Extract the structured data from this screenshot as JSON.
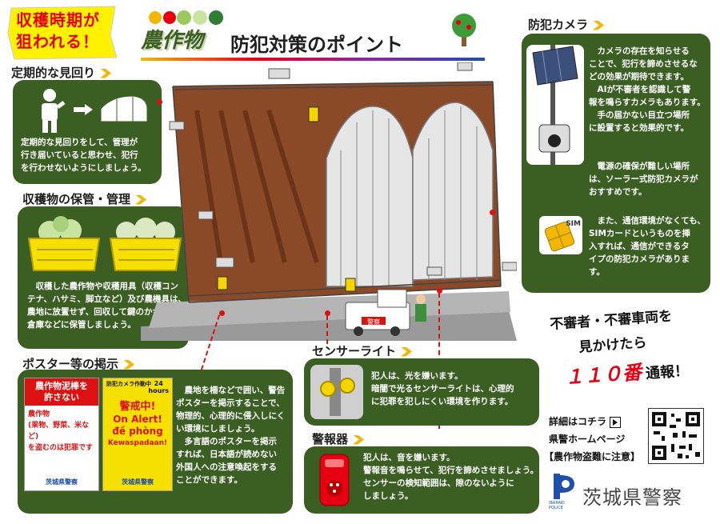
{
  "title": {
    "badge": "収穫時期が\n狙われる！",
    "main_prefix": "農作物",
    "main": "防犯対策のポイント"
  },
  "sections": {
    "patrol": {
      "heading": "定期的な見回り",
      "text": "定期的な見回りをして、管理が\n行き届いていると思わせ、犯行\nを行わせないようにしましょう。"
    },
    "storage": {
      "heading": "収穫物の保管・管理",
      "text": "　収穫した農作物や収穫用具（収穫コン\nテナ、ハサミ、脚立など）及び農機具は、\n農地に放置せず、回収して鍵のかかる\n倉庫などに保管しましょう。"
    },
    "poster": {
      "heading": "ポスター等の掲示",
      "text": "　農地を柵などで囲い、警告\nポスターを掲示することで、\n物理的、心理的に侵入しにく\nい環境にしましょう。\n　多言語のポスターを掲示\nすれば、日本語が読めない\n外国人への注意喚起をする\nことができます。",
      "poster1": {
        "head": "農作物泥棒を\n許さない",
        "body": "農作物\n(果物、野菜、米など)\nを盗むのは犯罪です",
        "footer": "茨城県警察"
      },
      "poster2": {
        "top": "防犯カメラ作動中",
        "hours": "24\nhours",
        "alert_jp": "警戒中!",
        "alert_en": "On Alert!",
        "alert_vi": "đề phòng",
        "alert_id": "Kewaspadaan!",
        "footer": "茨城県警察"
      }
    },
    "camera": {
      "heading": "防犯カメラ",
      "text1": "　カメラの存在を知らせる\nことで、犯行を諦めさせるな\nどの効果が期待できます。\n　AIが不審者を認識して警\n報を鳴らすカメラもあります。\n　手の届かない目立つ場所\nに設置すると効果的です。",
      "text2": "　電源の確保が難しい場所\nは、ソーラー式防犯カメラが\nおすすめです。",
      "text3": "　また、通信環境がなくても、\nSIMカードというものを挿\n入すれば、通信ができるタ\nイプの防犯カメラがありま\nす。",
      "sim_label": "SIM"
    },
    "sensor": {
      "heading": "センサーライト",
      "text": "犯人は、光を嫌います。\n暗闇で光るセンサーライトは、心理的\nに犯罪を犯しにくい環境を作ります。"
    },
    "alarm": {
      "heading": "警報器",
      "text": "犯人は、音を嫌います。\n警報音を鳴らせて、犯行を諦めさせましょう。\nセンサーの検知範囲は、隙のないように\nしましょう。"
    }
  },
  "callout": {
    "line1": "不審者・不審車両を",
    "line2": "見かけたら",
    "number": "１１０番",
    "line3": "通報！"
  },
  "details": {
    "label": "詳細はコチラ",
    "line2": "県警ホームページ",
    "line3": "【農作物盗難に注意】"
  },
  "police": {
    "name": "茨城県警察",
    "emblem_text": "IBARAKI\nPOLICE"
  },
  "illustration": {
    "truck_sign": "警察"
  },
  "colors": {
    "panel_green": "#3b5e23",
    "accent_yellow": "#f2b705",
    "alert_red": "#d11111",
    "police_blue": "#1f4fa8"
  }
}
